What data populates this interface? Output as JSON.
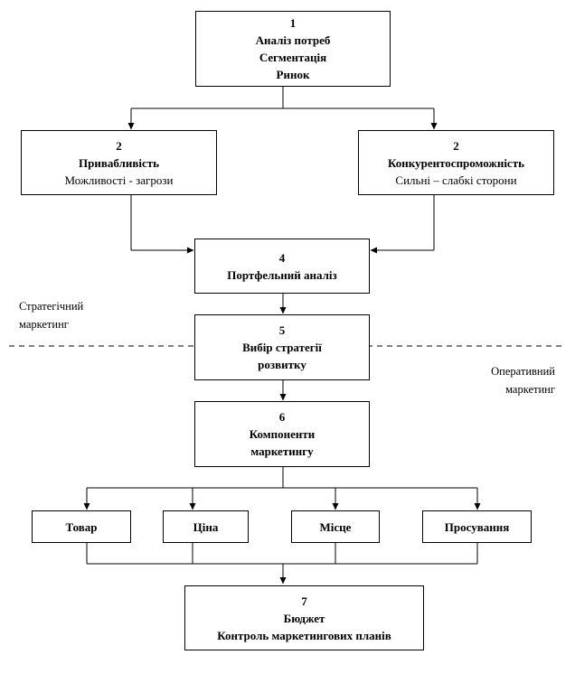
{
  "boxes": {
    "needs": {
      "num": "1",
      "l1": "Аналіз потреб",
      "l2": "Сегментація",
      "l3": "Ринок"
    },
    "attract": {
      "num": "2",
      "l1": "Привабливість",
      "l2": "Можливості - загрози"
    },
    "compet": {
      "num": "2",
      "l1": "Конкурентоспроможність",
      "l2": "Сильні – слабкі сторони"
    },
    "portfolio": {
      "num": "4",
      "l1": "Портфельний аналіз"
    },
    "strategy": {
      "num": "5",
      "l1": "Вибір стратегії",
      "l2": "розвитку"
    },
    "components": {
      "num": "6",
      "l1": "Компоненти",
      "l2": "маркетингу"
    },
    "product": {
      "l1": "Товар"
    },
    "price": {
      "l1": "Ціна"
    },
    "place": {
      "l1": "Місце"
    },
    "promotion": {
      "l1": "Просування"
    },
    "budget": {
      "num": "7",
      "l1": "Бюджет",
      "l2": "Контроль маркетингових планів"
    }
  },
  "labels": {
    "strategic_1": "Стратегічний",
    "strategic_2": "маркетинг",
    "operational_1": "Оперативний",
    "operational_2": "маркетинг"
  }
}
